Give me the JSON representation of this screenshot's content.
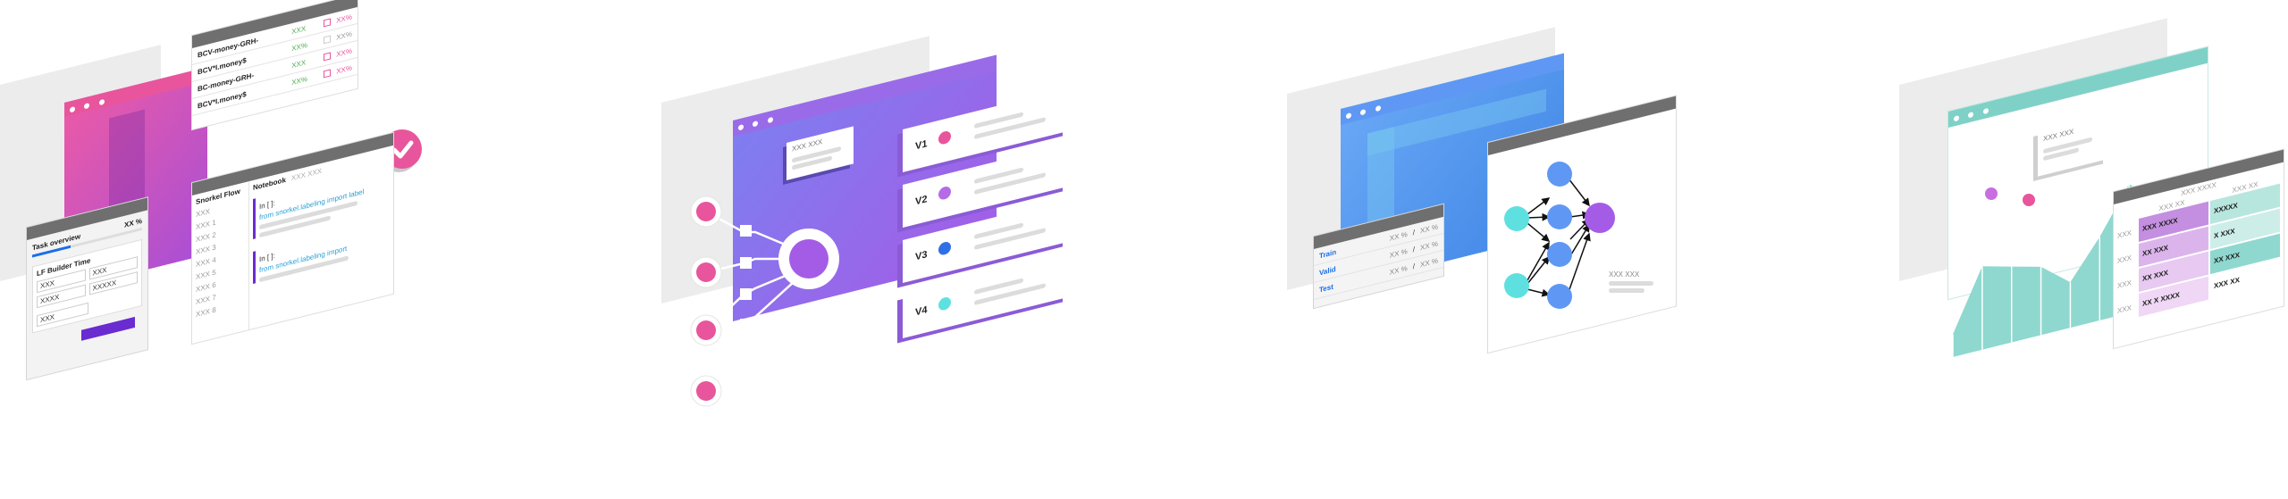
{
  "colors": {
    "magenta": "#e8559c",
    "purple": "#a061e6",
    "blue": "#5f98f4",
    "teal": "#7fd1c7",
    "cyan": "#5fe0e0",
    "grey_bar": "#6f6f6f",
    "violet_button": "#6a2bd1"
  },
  "scene1": {
    "table_rows": [
      {
        "label": "BCV-money-GRH-",
        "a": "XXX",
        "b": "XX%",
        "flag": "red"
      },
      {
        "label": "BCV*I.money$",
        "a": "XX%",
        "b": "XX%",
        "flag": "none"
      },
      {
        "label": "BC-money-GRH-",
        "a": "XXX",
        "b": "XX%",
        "flag": "red"
      },
      {
        "label": "BCV*I.money$",
        "a": "XX%",
        "b": "XX%",
        "flag": "red"
      }
    ],
    "task_panel": {
      "title": "Task overview",
      "progress_label": "XX %",
      "progress": 0.35,
      "section": "LF Builder Time",
      "field1": "XXX",
      "field2": "XXX",
      "field3": "XXXX",
      "field4": "XXXXX",
      "field5": "XXX"
    },
    "notebook": {
      "title": "Notebook",
      "subtitle": "XXX XXX",
      "left_header": "Snorkel Flow",
      "left_items": [
        "XXX",
        "XXX 1",
        "XXX 2",
        "XXX 3",
        "XXX 4",
        "XXX 5",
        "XXX 6",
        "XXX 7",
        "XXX 8"
      ],
      "cell1_prompt": "In [ ]:",
      "cell2_prompt": "In [ ]:",
      "cell1_code": "from snorkel.labeling import label",
      "cell2_code": "from snorkel.labeling import"
    }
  },
  "scene2": {
    "card_text": "XXX XXX",
    "list": [
      {
        "label": "V1",
        "color": "#e8559c"
      },
      {
        "label": "V2",
        "color": "#b56be6"
      },
      {
        "label": "V3",
        "color": "#2f6fe8"
      },
      {
        "label": "V4",
        "color": "#5fe0e0"
      }
    ]
  },
  "scene3": {
    "splits": [
      {
        "name": "Train",
        "a": "XX %",
        "b": "XX %"
      },
      {
        "name": "Valid",
        "a": "XX %",
        "b": "XX %"
      },
      {
        "name": "Test",
        "a": "XX %",
        "b": "XX %"
      }
    ],
    "graph_caption": "XXX XXX"
  },
  "scene4": {
    "card_text": "XXX XXX",
    "table_header": "XXX XXXX",
    "table_cols": [
      "XXX XX",
      "XXX XX"
    ],
    "rows": [
      {
        "label": "XXX",
        "a": "XXX XXXX",
        "b": "XXXXX"
      },
      {
        "label": "XXX",
        "a": "XX XXX",
        "b": "X XXX"
      },
      {
        "label": "XXX",
        "a": "XX XXX",
        "b": "XX XXX"
      },
      {
        "label": "XXX",
        "a": "XX X XXXX",
        "b": "XXX XX"
      }
    ],
    "area_values": [
      0.15,
      0.55,
      0.5,
      0.45,
      0.3,
      0.55,
      0.85,
      0.7
    ]
  }
}
